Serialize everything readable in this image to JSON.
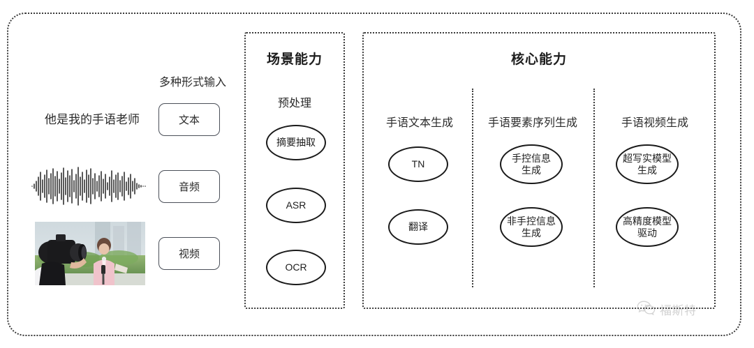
{
  "diagram": {
    "title_hidden": "",
    "input_section": {
      "group_label": "多种形式输入",
      "sample_sentence": "他是我的手语老师",
      "buttons": [
        {
          "label": "文本"
        },
        {
          "label": "音频"
        },
        {
          "label": "视频"
        }
      ],
      "waveform_name": "audio-waveform",
      "thumbnail_name": "video-thumbnail"
    },
    "scene_panel": {
      "title": "场景能力",
      "subtitle": "预处理",
      "nodes": [
        {
          "label": "摘要抽取"
        },
        {
          "label": "ASR"
        },
        {
          "label": "OCR"
        }
      ]
    },
    "core_panel": {
      "title": "核心能力",
      "columns": [
        {
          "title": "手语文本生成",
          "nodes": [
            {
              "label": "TN"
            },
            {
              "label": "翻译"
            }
          ]
        },
        {
          "title": "手语要素序列生成",
          "nodes": [
            {
              "label": "手控信息\n生成"
            },
            {
              "label": "非手控信息\n生成"
            }
          ]
        },
        {
          "title": "手语视频生成",
          "nodes": [
            {
              "label": "超写实模型\n生成"
            },
            {
              "label": "高精度模型\n驱动"
            }
          ]
        }
      ]
    },
    "watermark": {
      "icon": "wechat-icon",
      "text": "福斯特"
    },
    "colors": {
      "background": "#ffffff",
      "border": "#3a3a3a",
      "node_stroke": "#1a1a1a",
      "text": "#2b2b2b",
      "button_stroke": "#4a4f58",
      "watermark": "#6d6d6d"
    }
  }
}
